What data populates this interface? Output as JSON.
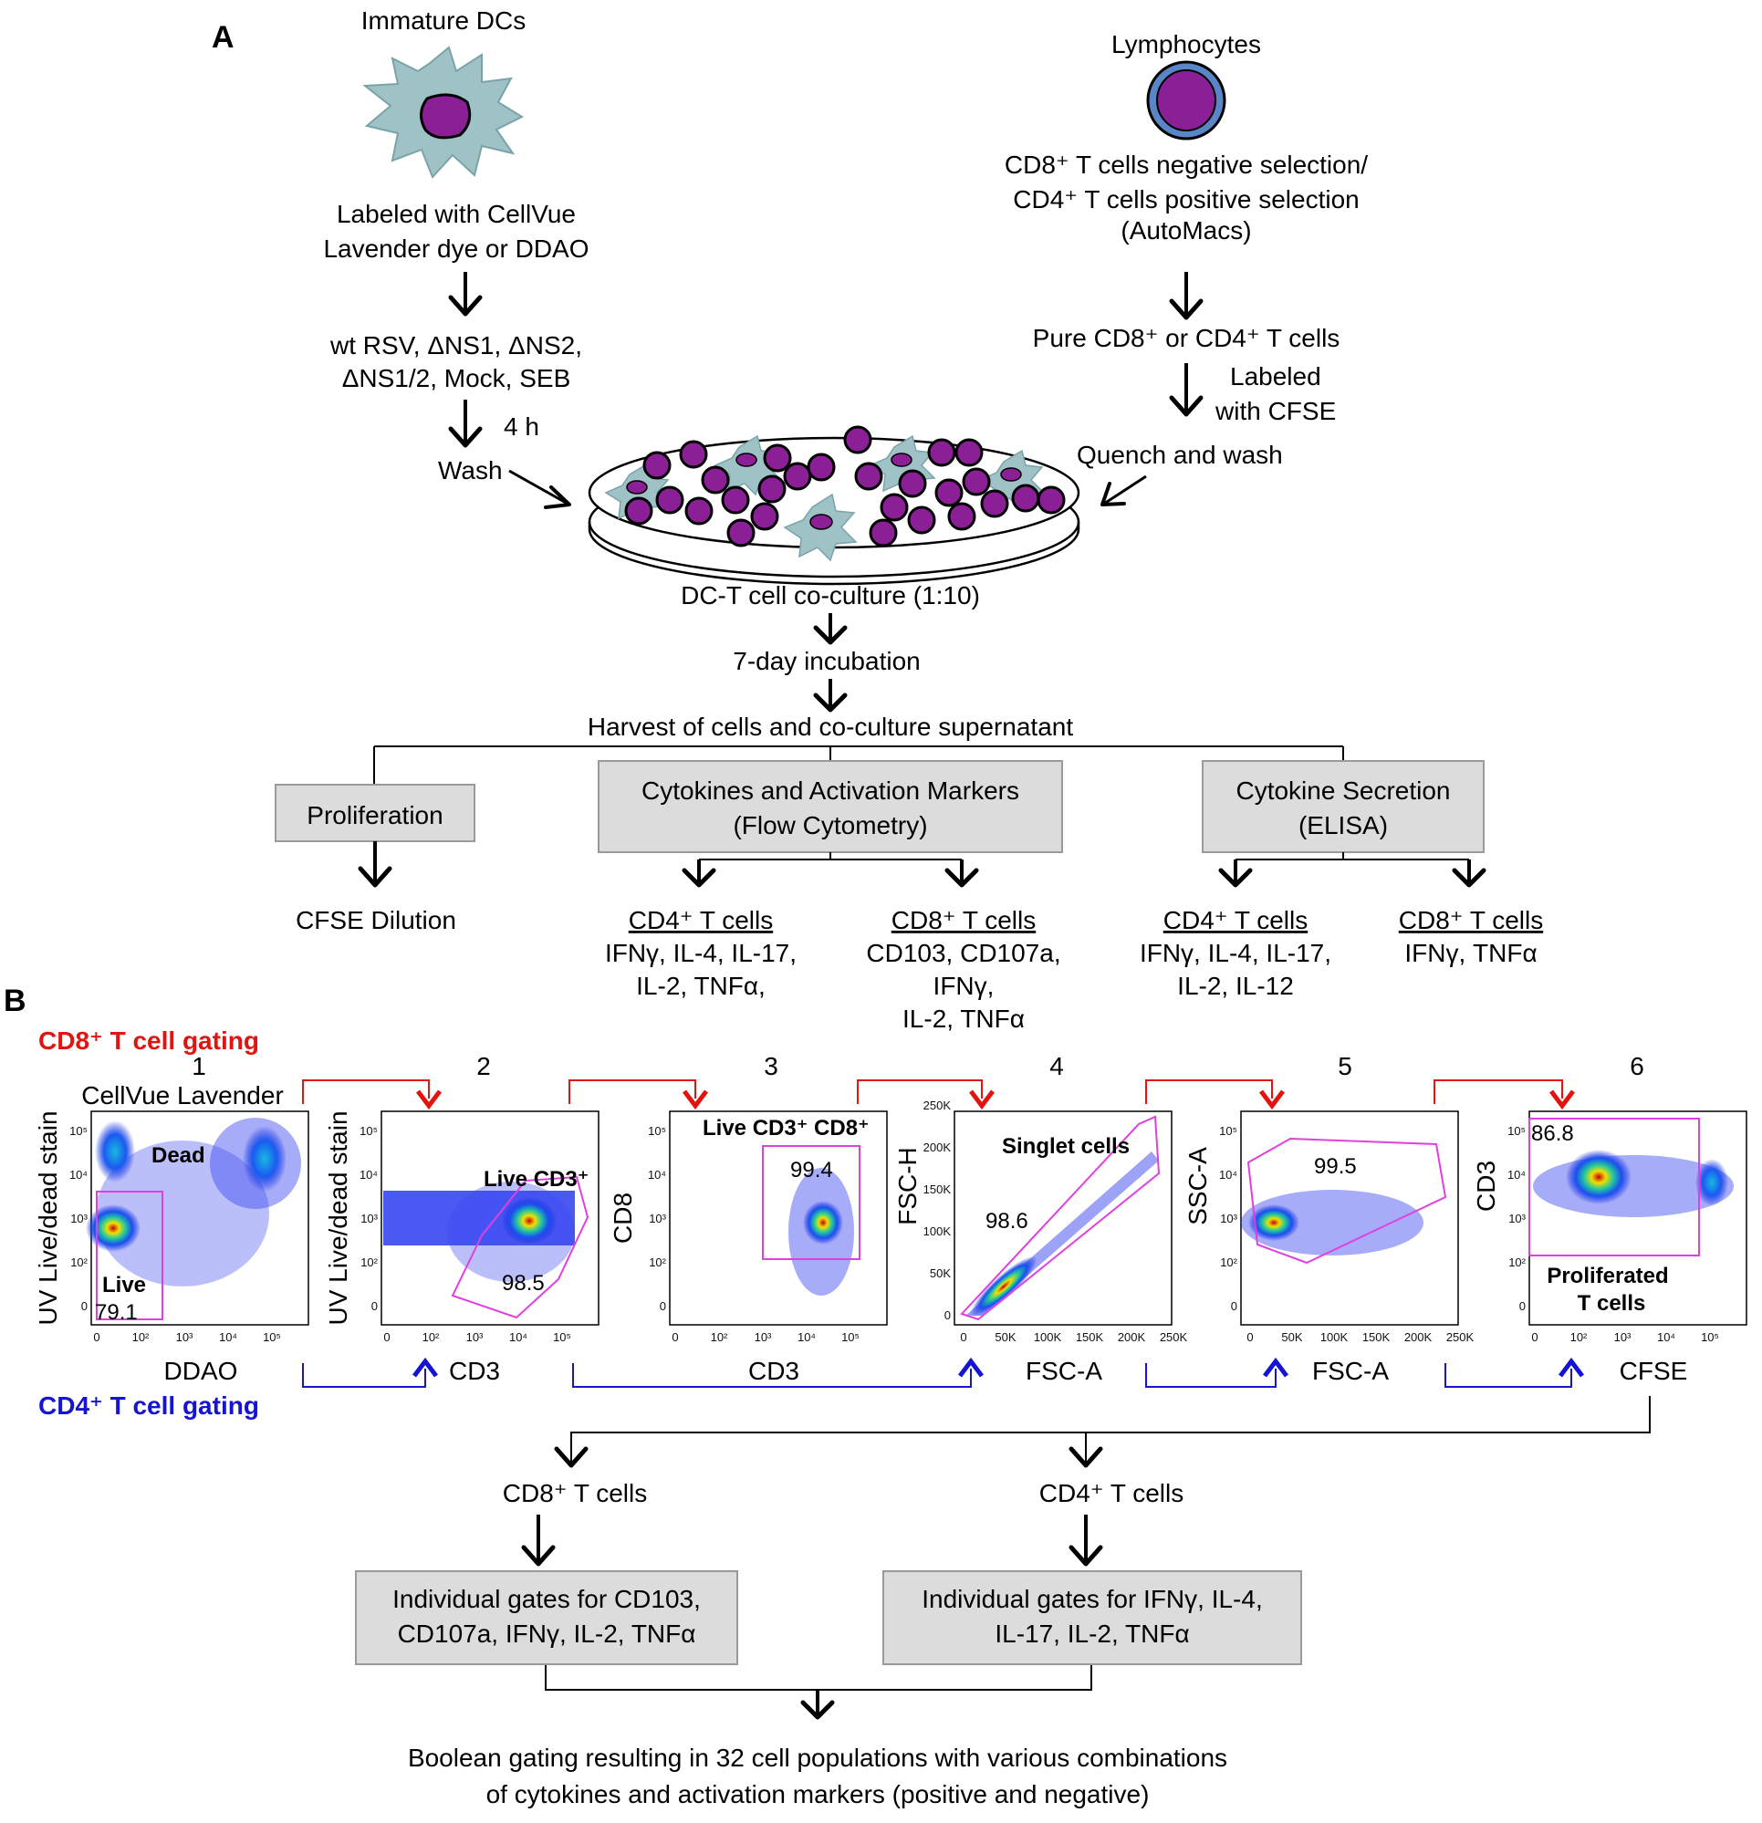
{
  "panel_a": {
    "label": "A",
    "dc_title": "Immature DCs",
    "dc_label_line1": "Labeled with CellVue",
    "dc_label_line2": "Lavender dye or DDAO",
    "dc_virus_line1": "wt RSV, ΔNS1, ΔNS2,",
    "dc_virus_line2": "ΔNS1/2, Mock, SEB",
    "dc_time": "4 h",
    "dc_wash": "Wash",
    "lym_title": "Lymphocytes",
    "lym_sel_line1": "CD8⁺ T cells negative selection/",
    "lym_sel_line2": "CD4⁺ T cells positive selection",
    "lym_sel_line3": "(AutoMacs)",
    "lym_pure": "Pure CD8⁺ or CD4⁺ T cells",
    "lym_cfse_line1": "Labeled",
    "lym_cfse_line2": "with CFSE",
    "lym_quench": "Quench and wash",
    "coculture": "DC-T cell co-culture (1:10)",
    "incubation": "7-day incubation",
    "harvest": "Harvest of cells and co-culture supernatant",
    "box_prolif": "Proliferation",
    "box_flow_line1": "Cytokines and Activation Markers",
    "box_flow_line2": "(Flow Cytometry)",
    "box_elisa_line1": "Cytokine Secretion",
    "box_elisa_line2": "(ELISA)",
    "cfse_dilution": "CFSE Dilution",
    "flow_cd4_head": "CD4⁺ T cells",
    "flow_cd4_line1": "IFNγ, IL-4, IL-17,",
    "flow_cd4_line2": "IL-2, TNFα,",
    "flow_cd8_head": "CD8⁺ T cells",
    "flow_cd8_line1": "CD103, CD107a,",
    "flow_cd8_line2": "IFNγ,",
    "flow_cd8_line3": "IL-2, TNFα",
    "elisa_cd4_head": "CD4⁺ T cells",
    "elisa_cd4_line1": "IFNγ, IL-4, IL-17,",
    "elisa_cd4_line2": "IL-2, IL-12",
    "elisa_cd8_head": "CD8⁺ T cells",
    "elisa_cd8_line1": "IFNγ, TNFα"
  },
  "panel_b": {
    "label": "B",
    "cd8_gating": "CD8⁺ T cell gating",
    "cd4_gating": "CD4⁺ T cell gating",
    "plots": [
      {
        "num": "1",
        "title": "CellVue Lavender",
        "xlabel": "DDAO",
        "ylabel": "UV Live/dead stain",
        "gate1": "Dead",
        "gate2": "Live",
        "value": "79.1"
      },
      {
        "num": "2",
        "xlabel": "CD3",
        "ylabel": "UV Live/dead stain",
        "gate1": "Live CD3⁺",
        "value": "98.5"
      },
      {
        "num": "3",
        "xlabel": "CD3",
        "ylabel": "CD8",
        "gate1": "Live  CD3⁺ CD8⁺",
        "value": "99.4"
      },
      {
        "num": "4",
        "xlabel": "FSC-A",
        "ylabel": "FSC-H",
        "gate1": "Singlet cells",
        "value": "98.6"
      },
      {
        "num": "5",
        "xlabel": "FSC-A",
        "ylabel": "SSC-A",
        "value": "99.5"
      },
      {
        "num": "6",
        "xlabel": "CFSE",
        "ylabel": "CD3",
        "gate1": "Proliferated",
        "gate2": "T cells",
        "value": "86.8"
      }
    ],
    "log_ticks": [
      "0",
      "10²",
      "10³",
      "10⁴",
      "10⁵"
    ],
    "lin_ticks": [
      "0",
      "50K",
      "100K",
      "150K",
      "200K",
      "250K"
    ],
    "cd8_cells": "CD8⁺ T cells",
    "cd4_cells": "CD4⁺ T cells",
    "cd8_gates_line1": "Individual gates for CD103,",
    "cd8_gates_line2": "CD107a, IFNγ, IL-2, TNFα",
    "cd4_gates_line1": "Individual gates for IFNγ, IL-4,",
    "cd4_gates_line2": "IL-17, IL-2, TNFα",
    "boolean_line1": "Boolean gating resulting in 32 cell populations with various combinations",
    "boolean_line2": "of cytokines and activation markers (positive and negative)"
  },
  "colors": {
    "cd8_red": "#e3140f",
    "cd4_blue": "#1514d6",
    "gate_magenta": "#e040e0",
    "cell_purple": "#8a1f96",
    "dc_teal": "#9fc2c6",
    "box_gray": "#dcdcdc"
  }
}
